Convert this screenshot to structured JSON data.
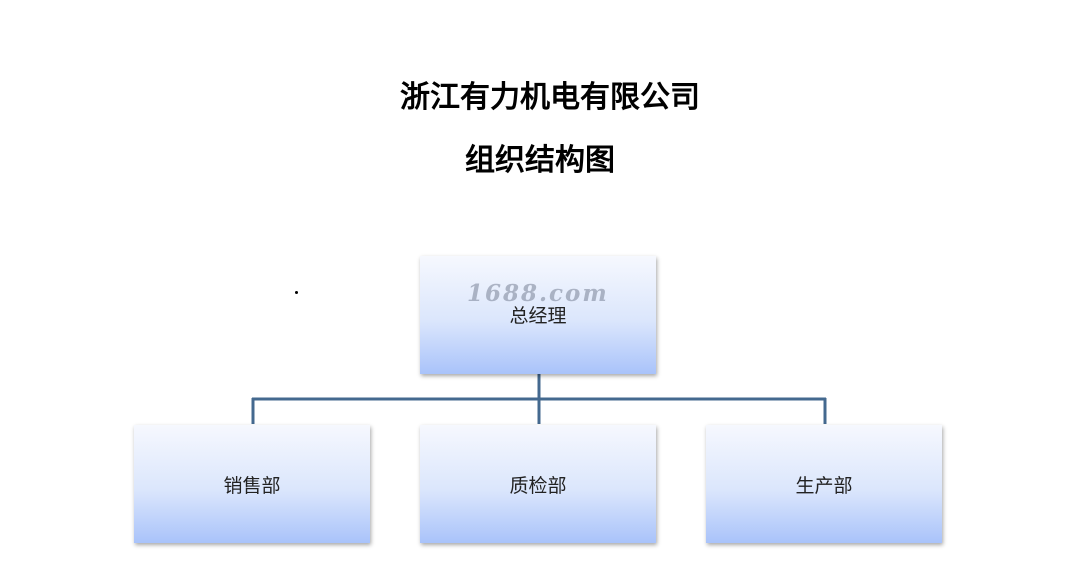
{
  "titles": {
    "company": "浙江有力机电有限公司",
    "chart": "组织结构图"
  },
  "nodes": {
    "root": "总经理",
    "children": [
      "销售部",
      "质检部",
      "生产部"
    ]
  },
  "watermark": "1688.com",
  "colors": {
    "box_top": "#f6f8fe",
    "box_bottom": "#a9c3fa",
    "connector": "#44698f",
    "title_text": "#000000"
  }
}
